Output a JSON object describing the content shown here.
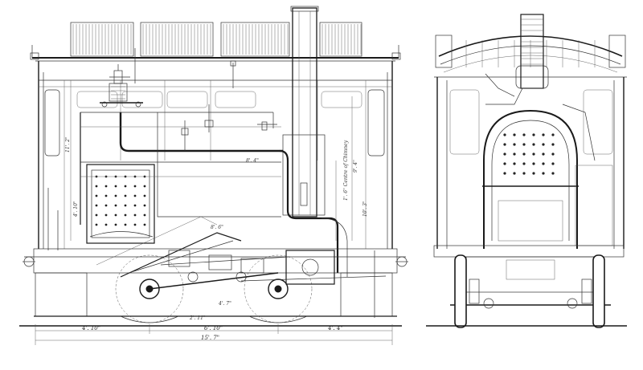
{
  "drawing": {
    "dimensions": {
      "wheel_pitch_left": "4'. 10\"",
      "wheel_pitch_mid": "6'. 10\"",
      "wheel_pitch_right": "4'. 4\"",
      "overall_length": "15'. 7\"",
      "boiler_note": "1'. 6\" Centre of Chimney",
      "height_left": "11'. 2\"",
      "height_mid": "9'. 4\"",
      "height_right": "10'. 3\"",
      "firebox_note": "8'. 6\"",
      "frame_note": "8'. 4\"",
      "axle_note": "4'. 7\"",
      "axle_note_2": "2'. 11\"",
      "stack_note": "4'. 10\""
    }
  }
}
